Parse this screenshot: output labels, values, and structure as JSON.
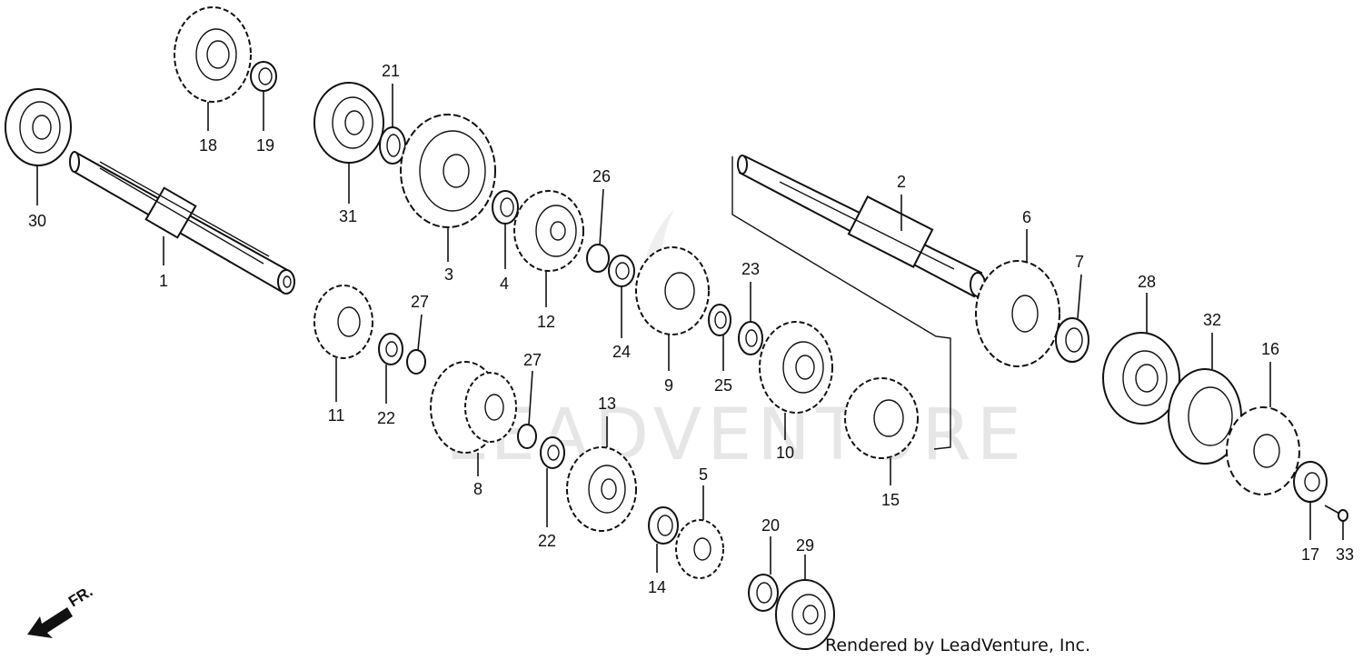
{
  "watermark": "LEADVENTURE",
  "credit": "Rendered by LeadVenture, Inc.",
  "direction_label": "FR.",
  "callouts": [
    {
      "id": "c1",
      "text": "1"
    },
    {
      "id": "c2",
      "text": "2"
    },
    {
      "id": "c3",
      "text": "3"
    },
    {
      "id": "c4",
      "text": "4"
    },
    {
      "id": "c5",
      "text": "5"
    },
    {
      "id": "c6",
      "text": "6"
    },
    {
      "id": "c7",
      "text": "7"
    },
    {
      "id": "c8",
      "text": "8"
    },
    {
      "id": "c9",
      "text": "9"
    },
    {
      "id": "c10",
      "text": "10"
    },
    {
      "id": "c11",
      "text": "11"
    },
    {
      "id": "c12",
      "text": "12"
    },
    {
      "id": "c13",
      "text": "13"
    },
    {
      "id": "c14",
      "text": "14"
    },
    {
      "id": "c15",
      "text": "15"
    },
    {
      "id": "c16",
      "text": "16"
    },
    {
      "id": "c17",
      "text": "17"
    },
    {
      "id": "c18",
      "text": "18"
    },
    {
      "id": "c19",
      "text": "19"
    },
    {
      "id": "c20",
      "text": "20"
    },
    {
      "id": "c21",
      "text": "21"
    },
    {
      "id": "c22a",
      "text": "22"
    },
    {
      "id": "c22b",
      "text": "22"
    },
    {
      "id": "c23",
      "text": "23"
    },
    {
      "id": "c24",
      "text": "24"
    },
    {
      "id": "c25",
      "text": "25"
    },
    {
      "id": "c26",
      "text": "26"
    },
    {
      "id": "c27a",
      "text": "27"
    },
    {
      "id": "c27b",
      "text": "27"
    },
    {
      "id": "c28",
      "text": "28"
    },
    {
      "id": "c29",
      "text": "29"
    },
    {
      "id": "c30",
      "text": "30"
    },
    {
      "id": "c31",
      "text": "31"
    },
    {
      "id": "c32",
      "text": "32"
    },
    {
      "id": "c33",
      "text": "33"
    }
  ]
}
